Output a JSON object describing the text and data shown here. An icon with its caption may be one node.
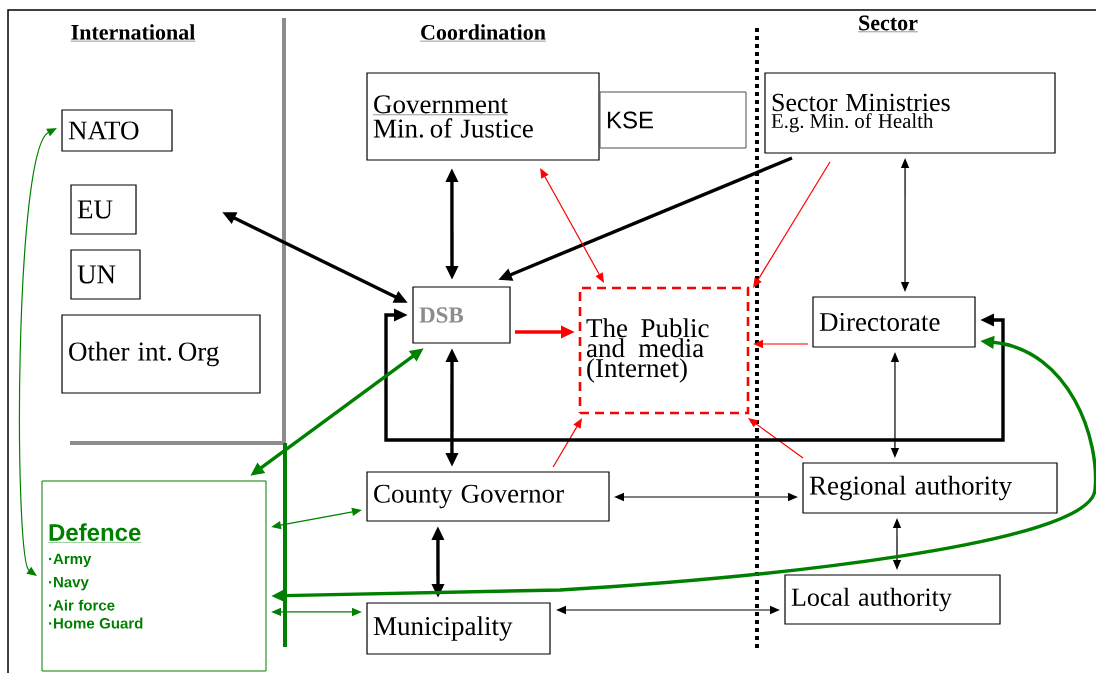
{
  "diagram": {
    "nodes": [
      {
        "text": [
          "NATO"
        ]
      },
      {
        "text": [
          "EU"
        ]
      },
      {
        "text": [
          "UN"
        ]
      },
      {
        "text": [
          "Other int. Org"
        ]
      },
      {
        "text": [
          "Government",
          "Min. of Justice"
        ]
      },
      {
        "text": [
          "KSE"
        ]
      },
      {
        "text": [
          "Sector Ministries",
          "E.g. Min. of Health"
        ]
      },
      {
        "text": [
          "DSB"
        ]
      },
      {
        "text": [
          "The Public and media (Internet)"
        ]
      },
      {
        "text": [
          "Directorate"
        ]
      },
      {
        "text": [
          "Defence",
          "·Army",
          "·Navy",
          "·Air force",
          "·Home Guard"
        ]
      },
      {
        "text": [
          "County Governor"
        ]
      },
      {
        "text": [
          "Regional authority"
        ]
      },
      {
        "text": [
          "Local authority"
        ]
      },
      {
        "text": [
          "Municipality"
        ]
      }
    ],
    "edges": [
      {
        "from": null,
        "to": 7,
        "arrow": "both",
        "style": "thick"
      },
      {
        "from": 4,
        "to": 7,
        "arrow": "both",
        "style": "thick"
      },
      {
        "from": 6,
        "to": 7,
        "arrow": "to",
        "style": "thick"
      },
      {
        "from": 4,
        "to": 8,
        "arrow": "both",
        "color": "#ff0000"
      },
      {
        "from": 6,
        "to": 8,
        "arrow": "to",
        "color": "#ff0000"
      },
      {
        "from": 7,
        "to": 8,
        "arrow": "to",
        "style": "thick",
        "color": "#ff0000"
      },
      {
        "from": 9,
        "to": 8,
        "arrow": "to",
        "color": "#ff0000"
      },
      {
        "from": 11,
        "to": 8,
        "arrow": "to",
        "color": "#ff0000"
      },
      {
        "from": 12,
        "to": 8,
        "arrow": "to",
        "color": "#ff0000"
      },
      {
        "from": 6,
        "to": 9,
        "arrow": "both"
      },
      {
        "from": 7,
        "to": 11,
        "arrow": "both",
        "style": "thick"
      },
      {
        "from": 9,
        "to": 12,
        "arrow": "both"
      },
      {
        "from": 9,
        "to": 7,
        "arrow": "both",
        "style": "thick"
      },
      {
        "from": 11,
        "to": 14,
        "arrow": "both",
        "style": "thick"
      },
      {
        "from": 11,
        "to": 12,
        "arrow": "both"
      },
      {
        "from": 12,
        "to": 13,
        "arrow": "both"
      },
      {
        "from": 14,
        "to": 13,
        "arrow": "both"
      },
      {
        "from": 10,
        "to": 11,
        "arrow": "both",
        "color": "#008000"
      },
      {
        "from": 10,
        "to": 14,
        "arrow": "both",
        "color": "#008000"
      },
      {
        "from": 10,
        "to": 7,
        "arrow": "both",
        "style": "thick",
        "color": "#008000"
      },
      {
        "from": 10,
        "to": 0,
        "arrow": "both",
        "color": "#008000"
      },
      {
        "from": 9,
        "to": 10,
        "arrow": "both",
        "style": "thick",
        "color": "#008000"
      }
    ],
    "labels": [
      "International",
      "Coordination",
      "Sector"
    ]
  }
}
